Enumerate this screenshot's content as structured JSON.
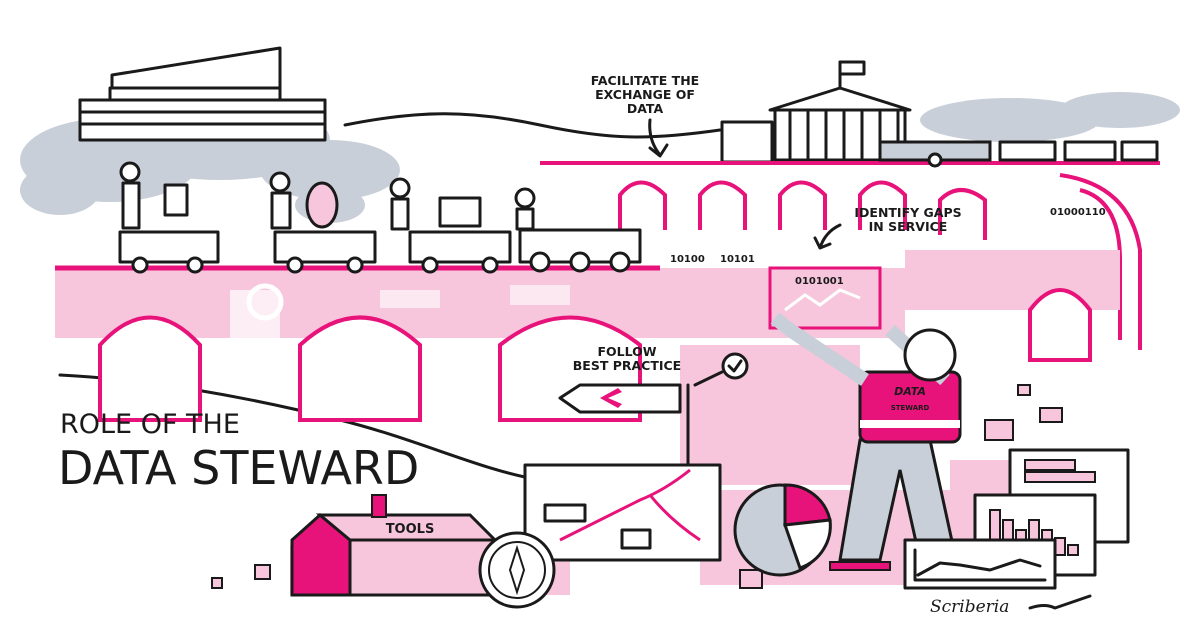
{
  "title": {
    "line1": "ROLE OF THE",
    "line2": "DATA STEWARD"
  },
  "callouts": {
    "exchange": [
      "FACILITATE THE",
      "EXCHANGE OF",
      "DATA"
    ],
    "gaps": [
      "IDENTIFY GAPS",
      "IN SERVICE"
    ],
    "practice": [
      "FOLLOW",
      "BEST PRACTICE"
    ]
  },
  "toolbox_label": "TOOLS",
  "vest": [
    "DATA",
    "STEWARD"
  ],
  "signature": "Scriberia",
  "binary": [
    "10100",
    "10101",
    "0101001",
    "01000110"
  ],
  "colors": {
    "accent": "#e8137a",
    "light_pink": "#f7c6dc",
    "cloud": "#c9cfd8",
    "ink": "#1a1a1a"
  }
}
